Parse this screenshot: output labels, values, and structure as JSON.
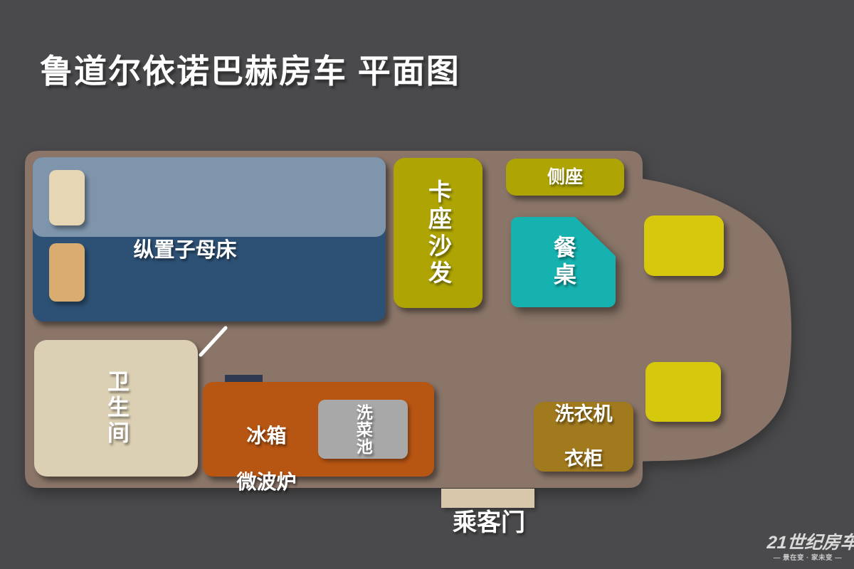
{
  "title": "鲁道尔依诺巴赫房车 平面图",
  "areas": {
    "bed": "纵置子母床",
    "sofa": "卡座沙发",
    "side_seat": "侧座",
    "table": "餐桌",
    "bathroom": "卫生间",
    "kitchen_line1": "冰箱",
    "kitchen_line2": "微波炉",
    "sink": "洗菜池",
    "washer_line1": "洗衣机",
    "washer_line2": "衣柜",
    "door": "乘客门"
  },
  "logo": {
    "brand": "21世纪房车",
    "tagline": "— 景在变 · 家未变 —"
  },
  "colors": {
    "background": "#4a4a4c",
    "rv_body": "#8a7568",
    "bed_lower": "#2d5175",
    "bed_upper": "#7e95ab",
    "pillow_light": "#e7d6b3",
    "pillow_tan": "#d9ac70",
    "sofa": "#aea504",
    "side_seat": "#aea504",
    "cab_seat": "#d6c90d",
    "table": "#15b2af",
    "bathroom": "#dcd0b4",
    "kitchen": "#b75513",
    "sink": "#a8a8a8",
    "washer": "#a27a1e",
    "door": "#d8c7aa",
    "range_bar": "#2e3a52"
  }
}
